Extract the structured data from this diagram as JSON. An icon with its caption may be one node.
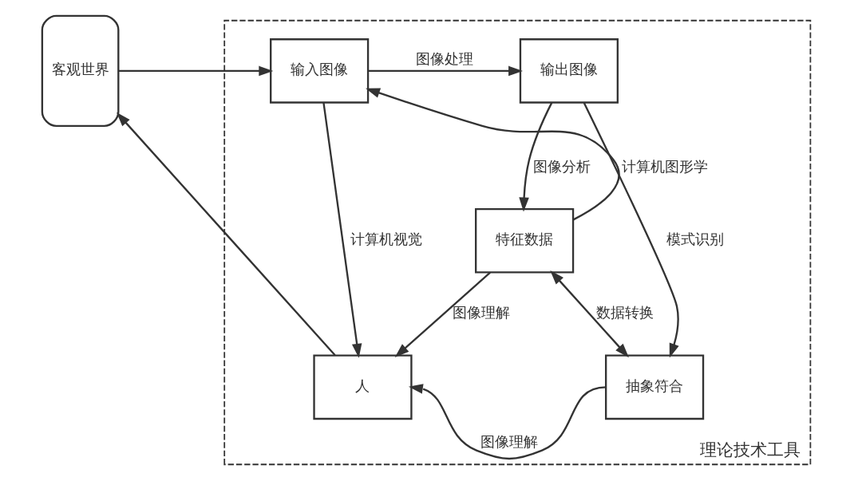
{
  "diagram": {
    "nodes": [
      {
        "text": [
          "理论技术工具"
        ]
      },
      {
        "text": [
          "输入图像"
        ],
        "in": 0
      },
      {
        "text": [
          "输出图像"
        ],
        "in": 0
      },
      {
        "text": [
          "客观世界"
        ]
      },
      {
        "text": [
          "特征数据"
        ],
        "in": 0
      },
      {
        "text": [
          "人"
        ],
        "in": 0
      },
      {
        "text": [
          "抽象符合"
        ],
        "in": 0
      }
    ],
    "edges": [
      {
        "from": 3,
        "to": 1,
        "arrow": "to"
      },
      {
        "from": 1,
        "to": 2,
        "arrow": "to",
        "label": "图像处理"
      },
      {
        "from": 1,
        "to": 5,
        "arrow": "to",
        "label": "计算机视觉"
      },
      {
        "from": 4,
        "to": 1,
        "arrow": "to",
        "label": "计算机图形学"
      },
      {
        "from": 2,
        "to": 4,
        "arrow": "to",
        "label": "图像分析"
      },
      {
        "from": 4,
        "to": 5,
        "arrow": "to",
        "label": "图像理解"
      },
      {
        "from": 4,
        "to": 6,
        "arrow": "both",
        "label": "数据转换"
      },
      {
        "from": 2,
        "to": 6,
        "arrow": "to",
        "label": "模式识别"
      },
      {
        "from": 6,
        "to": 5,
        "arrow": "to",
        "label": "图像理解"
      },
      {
        "from": 5,
        "to": 3,
        "arrow": "to"
      }
    ]
  }
}
